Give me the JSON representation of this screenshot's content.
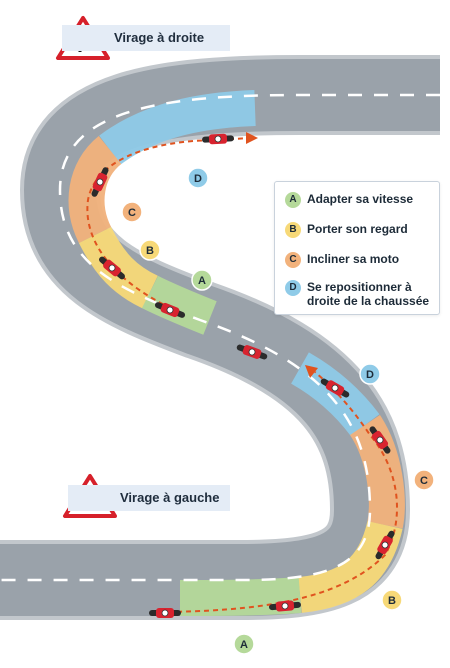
{
  "signs": {
    "top_label": "Virage à droite",
    "bottom_label": "Virage à gauche"
  },
  "zone_letters": {
    "a": "A",
    "b": "B",
    "c": "C",
    "d": "D"
  },
  "legend": {
    "items": [
      {
        "letter": "A",
        "text": "Adapter sa vitesse",
        "color": "#b5d99a"
      },
      {
        "letter": "B",
        "text": "Porter son regard",
        "color": "#f7d978"
      },
      {
        "letter": "C",
        "text": "Incliner sa moto",
        "color": "#f2b27c"
      },
      {
        "letter": "D",
        "text": "Se repositionner à droite de la chaussée",
        "color": "#8fcbe8"
      }
    ]
  },
  "colors": {
    "road": "#9aa2aa",
    "road_edge": "#c2c7cc",
    "lane_marking": "#ffffff",
    "zone_a": "#b5d99a",
    "zone_b": "#f7d978",
    "zone_c": "#f2b27c",
    "zone_d": "#8fcbe8",
    "trajectory": "#e0531f",
    "sign_border": "#d6202a",
    "sign_label_bg": "#e4ecf6",
    "motorbike": "#d8232f"
  }
}
